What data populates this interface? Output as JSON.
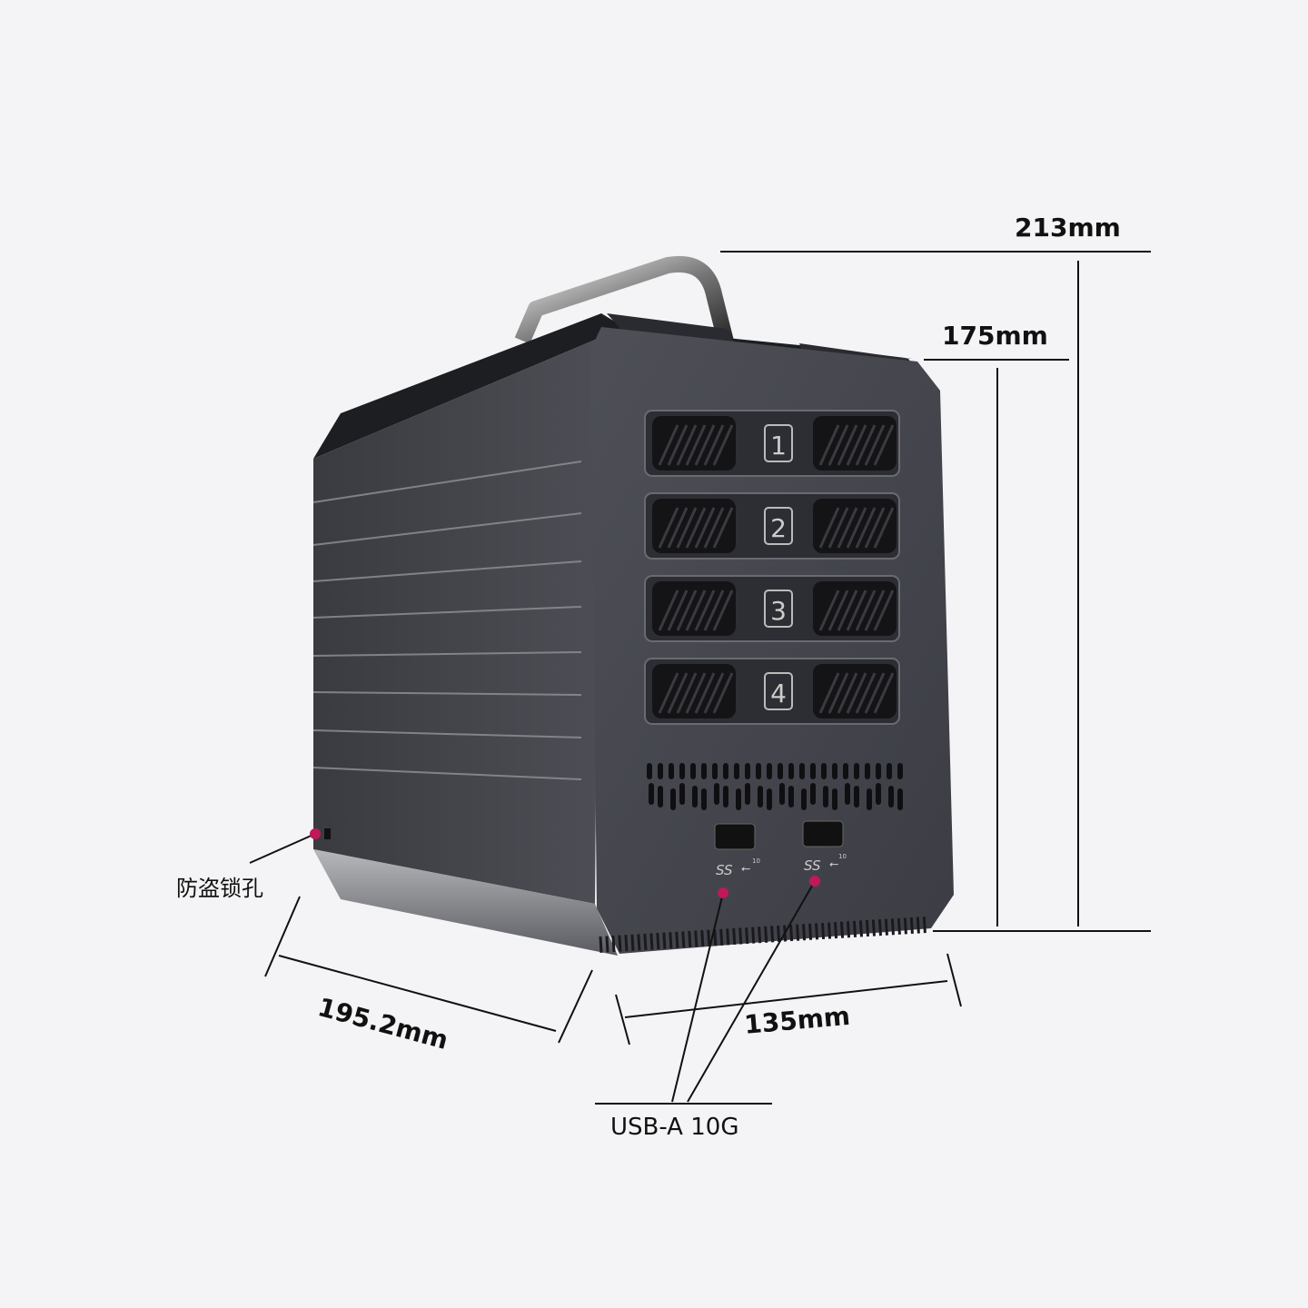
{
  "dimensions": {
    "total_height": "213mm",
    "body_height": "175mm",
    "depth": "195.2mm",
    "width": "135mm"
  },
  "callouts": {
    "lock_hole": "防盗锁孔",
    "usb_ports": "USB-A 10G"
  },
  "bays": [
    {
      "number": "1"
    },
    {
      "number": "2"
    },
    {
      "number": "3"
    },
    {
      "number": "4"
    }
  ],
  "usb_port_marking": {
    "ss": "SS",
    "speed": "10"
  },
  "colors": {
    "background": "#f4f4f6",
    "body": "#4a4b52",
    "marker": "#c0185a"
  }
}
